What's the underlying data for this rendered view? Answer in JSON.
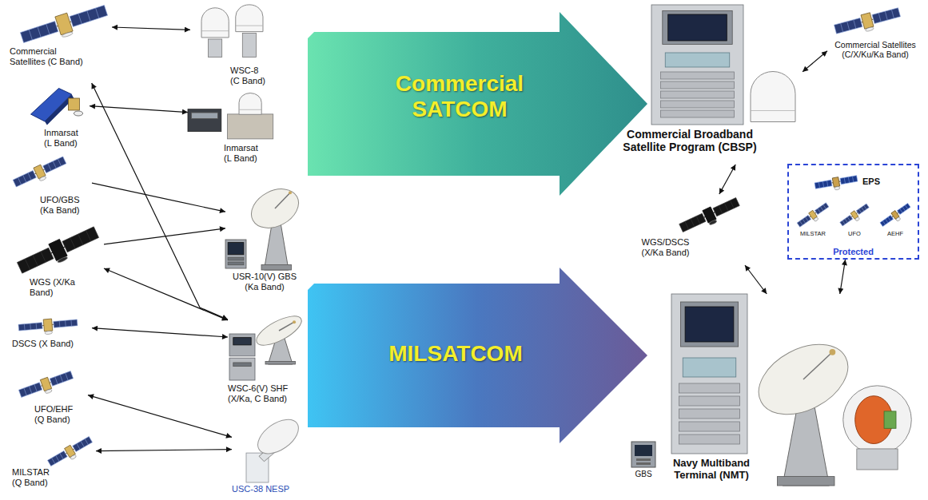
{
  "diagram": {
    "nodes": [
      {
        "text": [
          "Commercial Satellites (C Band)"
        ]
      },
      {
        "text": [
          "WSC-8 (C Band)"
        ]
      },
      {
        "text": [
          "Commercial SATCOM"
        ]
      },
      {
        "text": [
          "Commercial Broadband Satellite Program (CBSP)"
        ]
      },
      {
        "text": [
          "Commercial Satellites (C/X/Ku/Ka Band)"
        ]
      },
      {
        "text": [
          "Inmarsat (L Band)"
        ]
      },
      {
        "text": [
          "Inmarsat (L Band)"
        ]
      },
      {
        "text": [
          "UFO/GBS (Ka Band)"
        ]
      },
      {
        "text": [
          "USR-10(V) GBS (Ka Band)"
        ]
      },
      {
        "text": [
          "Protected"
        ]
      },
      {
        "text": [
          "EPS"
        ],
        "in": 9
      },
      {
        "text": [
          "MILSTAR"
        ],
        "in": 9
      },
      {
        "text": [
          "UFO"
        ],
        "in": 9
      },
      {
        "text": [
          "AEHF"
        ],
        "in": 9
      },
      {
        "text": [
          "WGS (X/Ka Band)"
        ]
      },
      {
        "text": [
          "WGS/DSCS (X/Ka Band)"
        ]
      },
      {
        "text": [
          "MILSATCOM"
        ]
      },
      {
        "text": [
          "DSCS (X Band)"
        ]
      },
      {
        "text": [
          "WSC-6(V) SHF (X/Ka, C Band)"
        ]
      },
      {
        "text": [
          "UFO/EHF (Q Band)"
        ]
      },
      {
        "text": [
          "Navy Multiband Terminal (NMT)"
        ]
      },
      {
        "text": [
          "MILSTAR (Q Band)"
        ]
      },
      {
        "text": [
          "USC-38 NESP"
        ]
      }
    ],
    "edges": [
      {
        "from": 0,
        "to": 1,
        "arrow": "both"
      },
      {
        "from": 0,
        "to": 18,
        "arrow": "both"
      },
      {
        "from": 5,
        "to": 6,
        "arrow": "both"
      },
      {
        "from": 7,
        "to": 8,
        "arrow": "to"
      },
      {
        "from": 14,
        "to": 8,
        "arrow": "to"
      },
      {
        "from": 14,
        "to": 18,
        "arrow": "both"
      },
      {
        "from": 17,
        "to": 18,
        "arrow": "both"
      },
      {
        "from": 19,
        "to": 22,
        "arrow": "both"
      },
      {
        "from": 21,
        "to": 22,
        "arrow": "both"
      },
      {
        "from": 4,
        "to": 3,
        "arrow": "both"
      },
      {
        "from": 15,
        "to": 3,
        "arrow": "both"
      },
      {
        "from": 15,
        "to": 20,
        "arrow": "both"
      },
      {
        "from": 9,
        "to": 20,
        "arrow": "both"
      }
    ],
    "labels": [
      "GBS"
    ]
  }
}
